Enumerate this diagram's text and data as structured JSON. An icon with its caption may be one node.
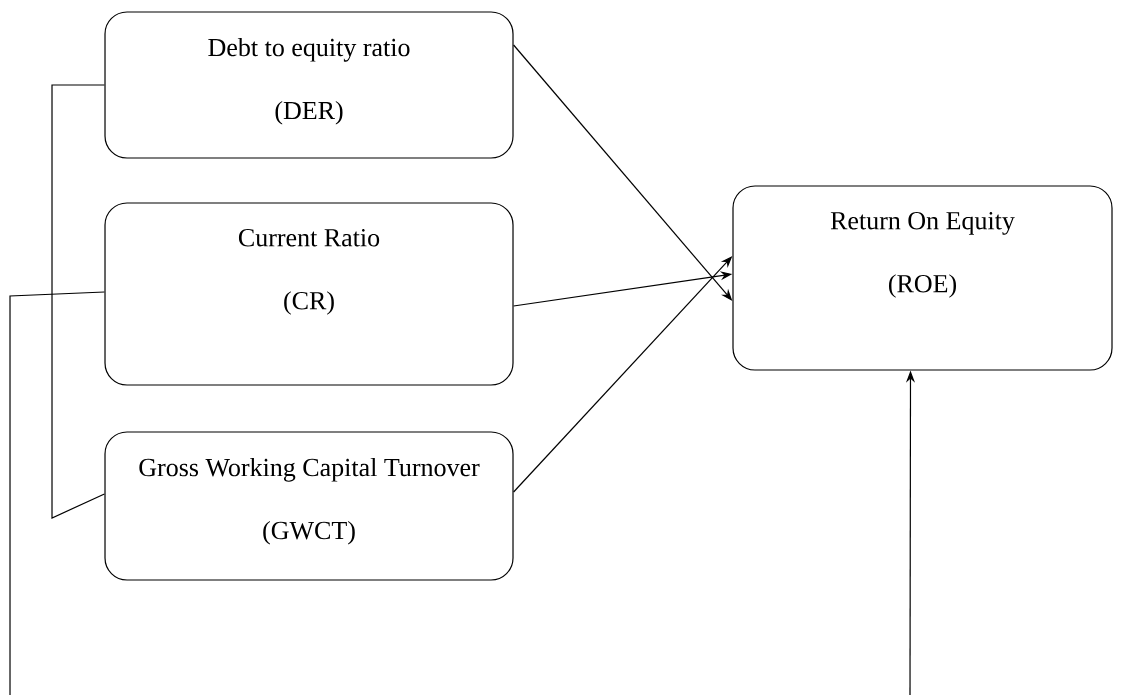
{
  "diagram": {
    "nodes": [
      {
        "text": [
          "Debt to equity ratio",
          "(DER)"
        ]
      },
      {
        "text": [
          "Current Ratio",
          "(CR)"
        ]
      },
      {
        "text": [
          "Gross Working Capital Turnover",
          "(GWCT)"
        ]
      },
      {
        "text": [
          "Return On Equity",
          "(ROE)"
        ]
      }
    ],
    "edges": [
      {
        "from": 0,
        "to": 3,
        "arrow": "to"
      },
      {
        "from": 1,
        "to": 3,
        "arrow": "to"
      },
      {
        "from": 2,
        "to": 3,
        "arrow": "to"
      },
      {
        "from": 0,
        "to": 2,
        "arrow": "none"
      },
      {
        "from": 1,
        "to": null,
        "arrow": "none"
      },
      {
        "from": null,
        "to": 3,
        "arrow": "to"
      }
    ]
  }
}
